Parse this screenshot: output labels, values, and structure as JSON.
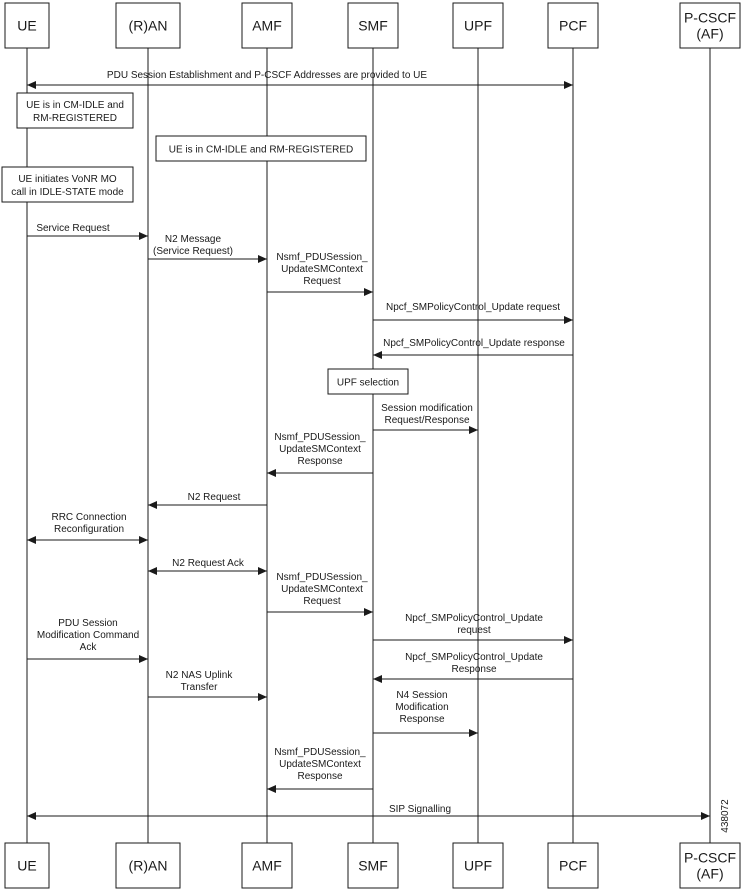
{
  "actors": [
    {
      "id": "ue",
      "lines": [
        "UE"
      ]
    },
    {
      "id": "ran",
      "lines": [
        "(R)AN"
      ]
    },
    {
      "id": "amf",
      "lines": [
        "AMF"
      ]
    },
    {
      "id": "smf",
      "lines": [
        "SMF"
      ]
    },
    {
      "id": "upf",
      "lines": [
        "UPF"
      ]
    },
    {
      "id": "pcf",
      "lines": [
        "PCF"
      ]
    },
    {
      "id": "pcscf",
      "lines": [
        "P-CSCF",
        "(AF)"
      ]
    }
  ],
  "notes": [
    {
      "id": "ue-cm-idle-note",
      "lines": [
        "UE is in CM-IDLE and",
        "RM-REGISTERED"
      ]
    },
    {
      "id": "ue-cm-idle-note-2",
      "lines": [
        "UE is in CM-IDLE and RM-REGISTERED"
      ]
    },
    {
      "id": "ue-initiates-note",
      "lines": [
        "UE initiates VoNR MO",
        "call in IDLE-STATE mode"
      ]
    },
    {
      "id": "upf-selection-note",
      "lines": [
        "UPF selection"
      ]
    }
  ],
  "messages": [
    {
      "id": "pdu-session-establishment",
      "lines": [
        "PDU Session Establishment and P-CSCF Addresses are provided to UE"
      ]
    },
    {
      "id": "service-request",
      "lines": [
        "Service Request"
      ]
    },
    {
      "id": "n2-message",
      "lines": [
        "N2 Message",
        "(Service Request)"
      ]
    },
    {
      "id": "nsmf-update-request-1",
      "lines": [
        "Nsmf_PDUSession_",
        "UpdateSMContext",
        "Request"
      ]
    },
    {
      "id": "npcf-update-request-1",
      "lines": [
        "Npcf_SMPolicyControl_Update request"
      ]
    },
    {
      "id": "npcf-update-response-1",
      "lines": [
        "Npcf_SMPolicyControl_Update response"
      ]
    },
    {
      "id": "session-modification",
      "lines": [
        "Session modification",
        "Request/Response"
      ]
    },
    {
      "id": "nsmf-update-response-1",
      "lines": [
        "Nsmf_PDUSession_",
        "UpdateSMContext",
        "Response"
      ]
    },
    {
      "id": "n2-request",
      "lines": [
        "N2 Request"
      ]
    },
    {
      "id": "rrc-connection",
      "lines": [
        "RRC Connection",
        "Reconfiguration"
      ]
    },
    {
      "id": "n2-request-ack",
      "lines": [
        "N2 Request Ack"
      ]
    },
    {
      "id": "nsmf-update-request-2",
      "lines": [
        "Nsmf_PDUSession_",
        "UpdateSMContext",
        "Request"
      ]
    },
    {
      "id": "pdu-modification-ack",
      "lines": [
        "PDU Session",
        "Modification Command",
        "Ack"
      ]
    },
    {
      "id": "npcf-update-request-2",
      "lines": [
        "Npcf_SMPolicyControl_Update",
        "request"
      ]
    },
    {
      "id": "npcf-update-response-2",
      "lines": [
        "Npcf_SMPolicyControl_Update",
        "Response"
      ]
    },
    {
      "id": "n2-nas-uplink",
      "lines": [
        "N2 NAS Uplink",
        "Transfer"
      ]
    },
    {
      "id": "n4-session-modification",
      "lines": [
        "N4 Session",
        "Modification",
        "Response"
      ]
    },
    {
      "id": "nsmf-update-response-2",
      "lines": [
        "Nsmf_PDUSession_",
        "UpdateSMContext",
        "Response"
      ]
    },
    {
      "id": "sip-signalling",
      "lines": [
        "SIP Signalling"
      ]
    }
  ],
  "figure_id": "438072"
}
